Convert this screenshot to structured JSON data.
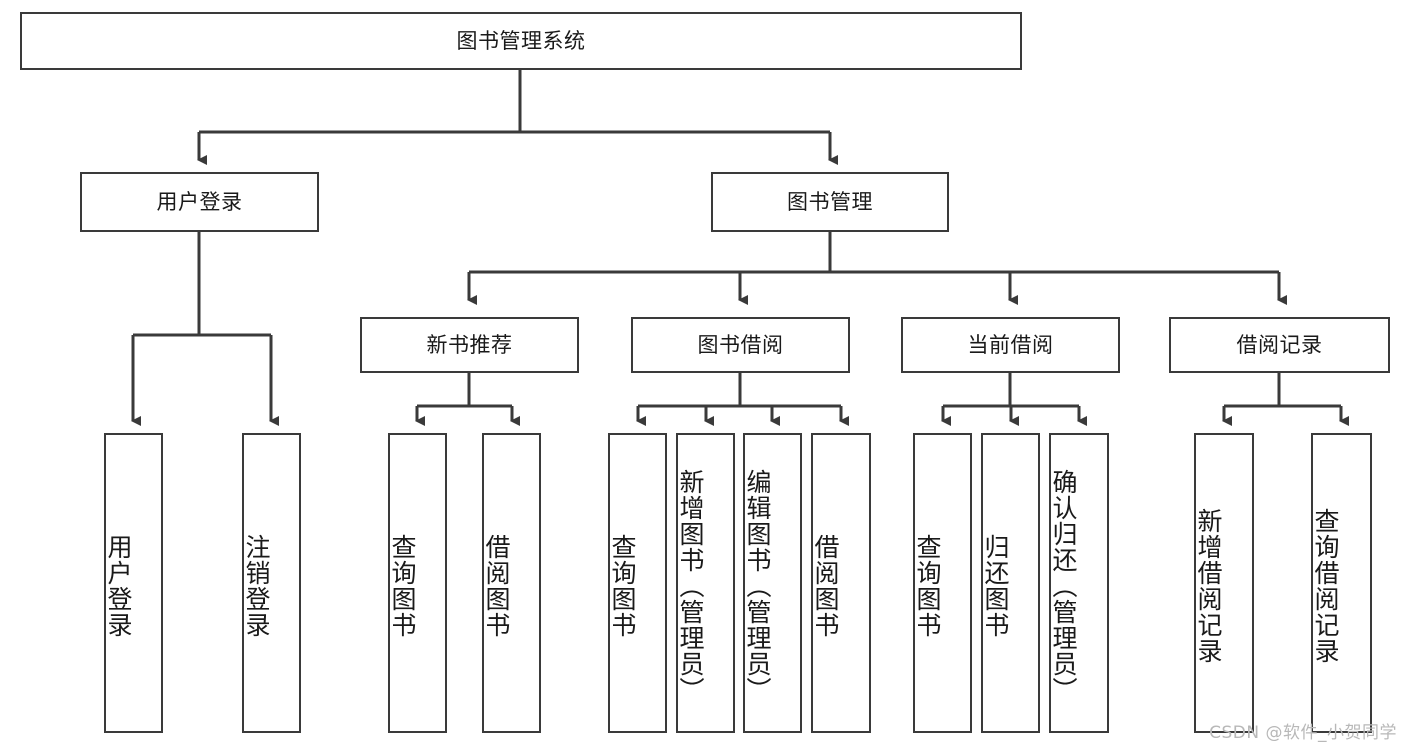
{
  "diagram": {
    "title": "图书管理系统",
    "type": "tree",
    "watermark": "CSDN @软件_小贺同学",
    "colors": {
      "stroke": "#3a3a3a",
      "fill": "#ffffff",
      "text": "#1a1a1a",
      "watermark": "#b8b8b8"
    },
    "root": {
      "label": "图书管理系统"
    },
    "level2": [
      {
        "label": "用户登录"
      },
      {
        "label": "图书管理"
      }
    ],
    "level3": [
      {
        "label": "新书推荐"
      },
      {
        "label": "图书借阅"
      },
      {
        "label": "当前借阅"
      },
      {
        "label": "借阅记录"
      }
    ],
    "leaves": [
      {
        "label": "用户登录",
        "parent": "用户登录"
      },
      {
        "label": "注销登录",
        "parent": "用户登录"
      },
      {
        "label": "查询图书",
        "parent": "新书推荐"
      },
      {
        "label": "借阅图书",
        "parent": "新书推荐"
      },
      {
        "label": "查询图书",
        "parent": "图书借阅"
      },
      {
        "label": "新增图书（管理员）",
        "parent": "图书借阅"
      },
      {
        "label": "编辑图书（管理员）",
        "parent": "图书借阅"
      },
      {
        "label": "借阅图书",
        "parent": "图书借阅"
      },
      {
        "label": "查询图书",
        "parent": "当前借阅"
      },
      {
        "label": "归还图书",
        "parent": "当前借阅"
      },
      {
        "label": "确认归还（管理员）",
        "parent": "当前借阅"
      },
      {
        "label": "新增借阅记录",
        "parent": "借阅记录"
      },
      {
        "label": "查询借阅记录",
        "parent": "借阅记录"
      }
    ]
  }
}
